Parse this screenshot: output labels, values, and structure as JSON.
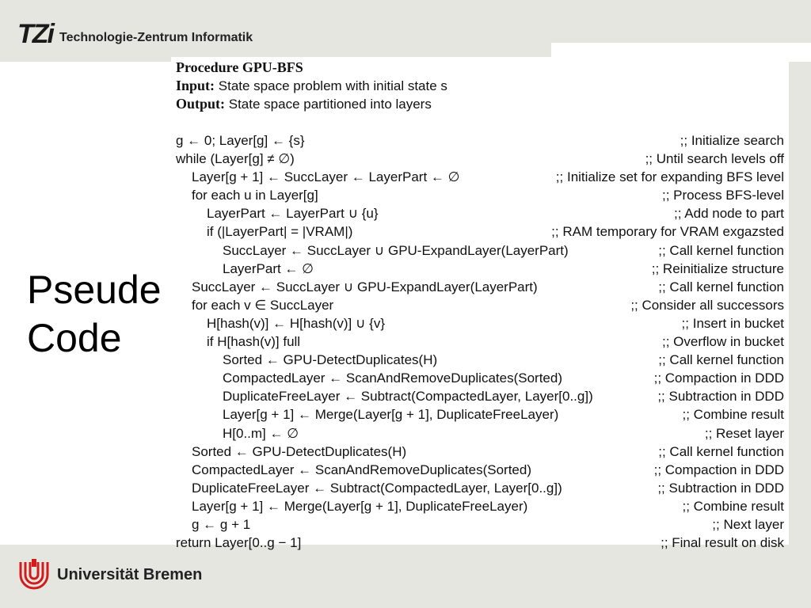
{
  "header": {
    "logo_mark": "TZi",
    "institute": "Technologie-Zentrum Informatik"
  },
  "slide": {
    "title_line1": "Pseude",
    "title_line2": "Code"
  },
  "footer": {
    "university": "Universität Bremen"
  },
  "procedure": {
    "name_label": "Procedure GPU-BFS",
    "input_label": "Input:",
    "input_text": "State space problem with initial state s",
    "output_label": "Output:",
    "output_text": "State space partitioned into layers"
  },
  "lines": [
    {
      "indent": 0,
      "stmt": "g ← 0; Layer[g] ← {s}",
      "comment": ";; Initialize search"
    },
    {
      "indent": 0,
      "stmt": "while (Layer[g] ≠ ∅)",
      "comment": ";; Until search levels off"
    },
    {
      "indent": 1,
      "stmt": "Layer[g + 1] ← SuccLayer ← LayerPart ← ∅",
      "comment": ";; Initialize set for expanding BFS level"
    },
    {
      "indent": 1,
      "stmt": "for each u in Layer[g]",
      "comment": ";; Process BFS-level"
    },
    {
      "indent": 2,
      "stmt": "LayerPart ← LayerPart ∪ {u}",
      "comment": ";; Add node to part"
    },
    {
      "indent": 2,
      "stmt": "if (|LayerPart| = |VRAM|)",
      "comment": ";; RAM temporary for VRAM exgazsted"
    },
    {
      "indent": 3,
      "stmt": "SuccLayer ← SuccLayer ∪ GPU-ExpandLayer(LayerPart)",
      "comment": ";; Call kernel function"
    },
    {
      "indent": 3,
      "stmt": "LayerPart ← ∅",
      "comment": ";; Reinitialize structure"
    },
    {
      "indent": 1,
      "stmt": "SuccLayer ← SuccLayer ∪ GPU-ExpandLayer(LayerPart)",
      "comment": ";; Call kernel function"
    },
    {
      "indent": 1,
      "stmt": "for each v ∈ SuccLayer",
      "comment": ";; Consider all successors"
    },
    {
      "indent": 2,
      "stmt": "H[hash(v)] ← H[hash(v)] ∪ {v}",
      "comment": ";; Insert in bucket"
    },
    {
      "indent": 2,
      "stmt": "if H[hash(v)] full",
      "comment": ";; Overflow in bucket"
    },
    {
      "indent": 3,
      "stmt": "Sorted ← GPU-DetectDuplicates(H)",
      "comment": ";; Call kernel function"
    },
    {
      "indent": 3,
      "stmt": "CompactedLayer ← ScanAndRemoveDuplicates(Sorted)",
      "comment": ";; Compaction in DDD"
    },
    {
      "indent": 3,
      "stmt": "DuplicateFreeLayer ← Subtract(CompactedLayer, Layer[0..g])",
      "comment": ";; Subtraction in DDD"
    },
    {
      "indent": 3,
      "stmt": "Layer[g + 1] ← Merge(Layer[g + 1], DuplicateFreeLayer)",
      "comment": ";; Combine result"
    },
    {
      "indent": 3,
      "stmt": "H[0..m] ← ∅",
      "comment": ";; Reset layer"
    },
    {
      "indent": 1,
      "stmt": "Sorted ← GPU-DetectDuplicates(H)",
      "comment": ";; Call kernel function"
    },
    {
      "indent": 1,
      "stmt": "CompactedLayer ← ScanAndRemoveDuplicates(Sorted)",
      "comment": ";; Compaction in DDD"
    },
    {
      "indent": 1,
      "stmt": "DuplicateFreeLayer ← Subtract(CompactedLayer, Layer[0..g])",
      "comment": ";; Subtraction in DDD"
    },
    {
      "indent": 1,
      "stmt": "Layer[g + 1] ← Merge(Layer[g + 1], DuplicateFreeLayer)",
      "comment": ";; Combine result"
    },
    {
      "indent": 1,
      "stmt": "g ← g + 1",
      "comment": ";; Next layer"
    },
    {
      "indent": 0,
      "stmt": "return Layer[0..g − 1]",
      "comment": ";; Final result on disk"
    }
  ]
}
